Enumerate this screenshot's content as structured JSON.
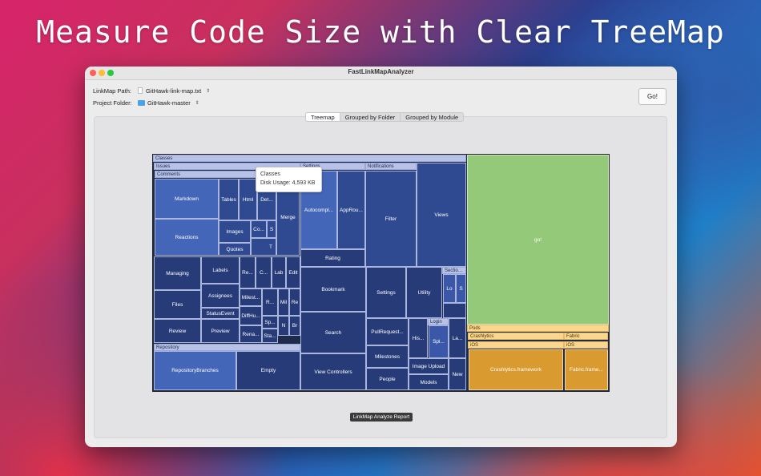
{
  "headline": "Measure Code Size with Clear TreeMap",
  "window": {
    "title": "FastLinkMapAnalyzer"
  },
  "form": {
    "linkmap_label": "LinkMap Path:",
    "linkmap_value": "GitHawk-link-map.txt",
    "folder_label": "Project Folder:",
    "folder_value": "GitHawk-master",
    "go_label": "Go!"
  },
  "tabs": [
    "Treemap",
    "Grouped by Folder",
    "Grouped by Module"
  ],
  "tooltip": {
    "title": "Classes",
    "detail": "Disk Usage: 4,593 KB"
  },
  "treemap": {
    "headers": {
      "classes": "Classes",
      "issues": "Issues",
      "comments": "Comments",
      "settings": "Settings",
      "notifications": "Notifications",
      "repository": "Repository",
      "login": "Login",
      "section": "Sectio…",
      "pods": "Pods",
      "crashlytics": "Crashlytics",
      "fabric": "Fabric",
      "ios1": "iOS",
      "ios2": "iOS"
    },
    "cells": {
      "markdown": "Markdown",
      "reactions": "Reactions",
      "tables": "Tables",
      "html": "Html",
      "det": "Det...",
      "images": "Images",
      "co": "Co...",
      "s": "S",
      "t": "T",
      "quotes": "Quotes",
      "merge": "Merge",
      "managing": "Managing",
      "labels": "Labels",
      "re": "Re...",
      "c": "C...",
      "lab": "Lab",
      "edit": "Edit",
      "files": "Files",
      "assignees": "Assignees",
      "milest": "Milest...",
      "r": "R...",
      "mil": "Mil",
      "re2": "Re",
      "statusevent": "StatusEvent",
      "diffhu": "DiffHu...",
      "sp": "Sp...",
      "n": "N",
      "br": "Br",
      "review": "Review",
      "preview": "Preview",
      "rena": "Rena...",
      "sta": "Sta...",
      "repositorybranches": "RepositoryBranches",
      "empty": "Empty",
      "autocompl": "Autocompl...",
      "approu": "AppRou...",
      "rating": "Rating",
      "filter": "Filter",
      "views": "Views",
      "bookmark": "Bookmark",
      "settings2": "Settings",
      "utility": "Utility",
      "lo": "Lo",
      "s2": "S",
      "search": "Search",
      "pullrequest": "PullRequest...",
      "his": "His...",
      "spl": "Spl...",
      "la": "La...",
      "milestones": "Milestones",
      "viewcontrollers": "View Controllers",
      "imageupload": "Image Upload",
      "new": "New",
      "people": "People",
      "models": "Models",
      "go": "go!",
      "crashlytics_fw": "Crashlytics.framework",
      "fabric_fw": "Fabric.frame..."
    }
  },
  "report_button": "LinkMap Analyze Report"
}
